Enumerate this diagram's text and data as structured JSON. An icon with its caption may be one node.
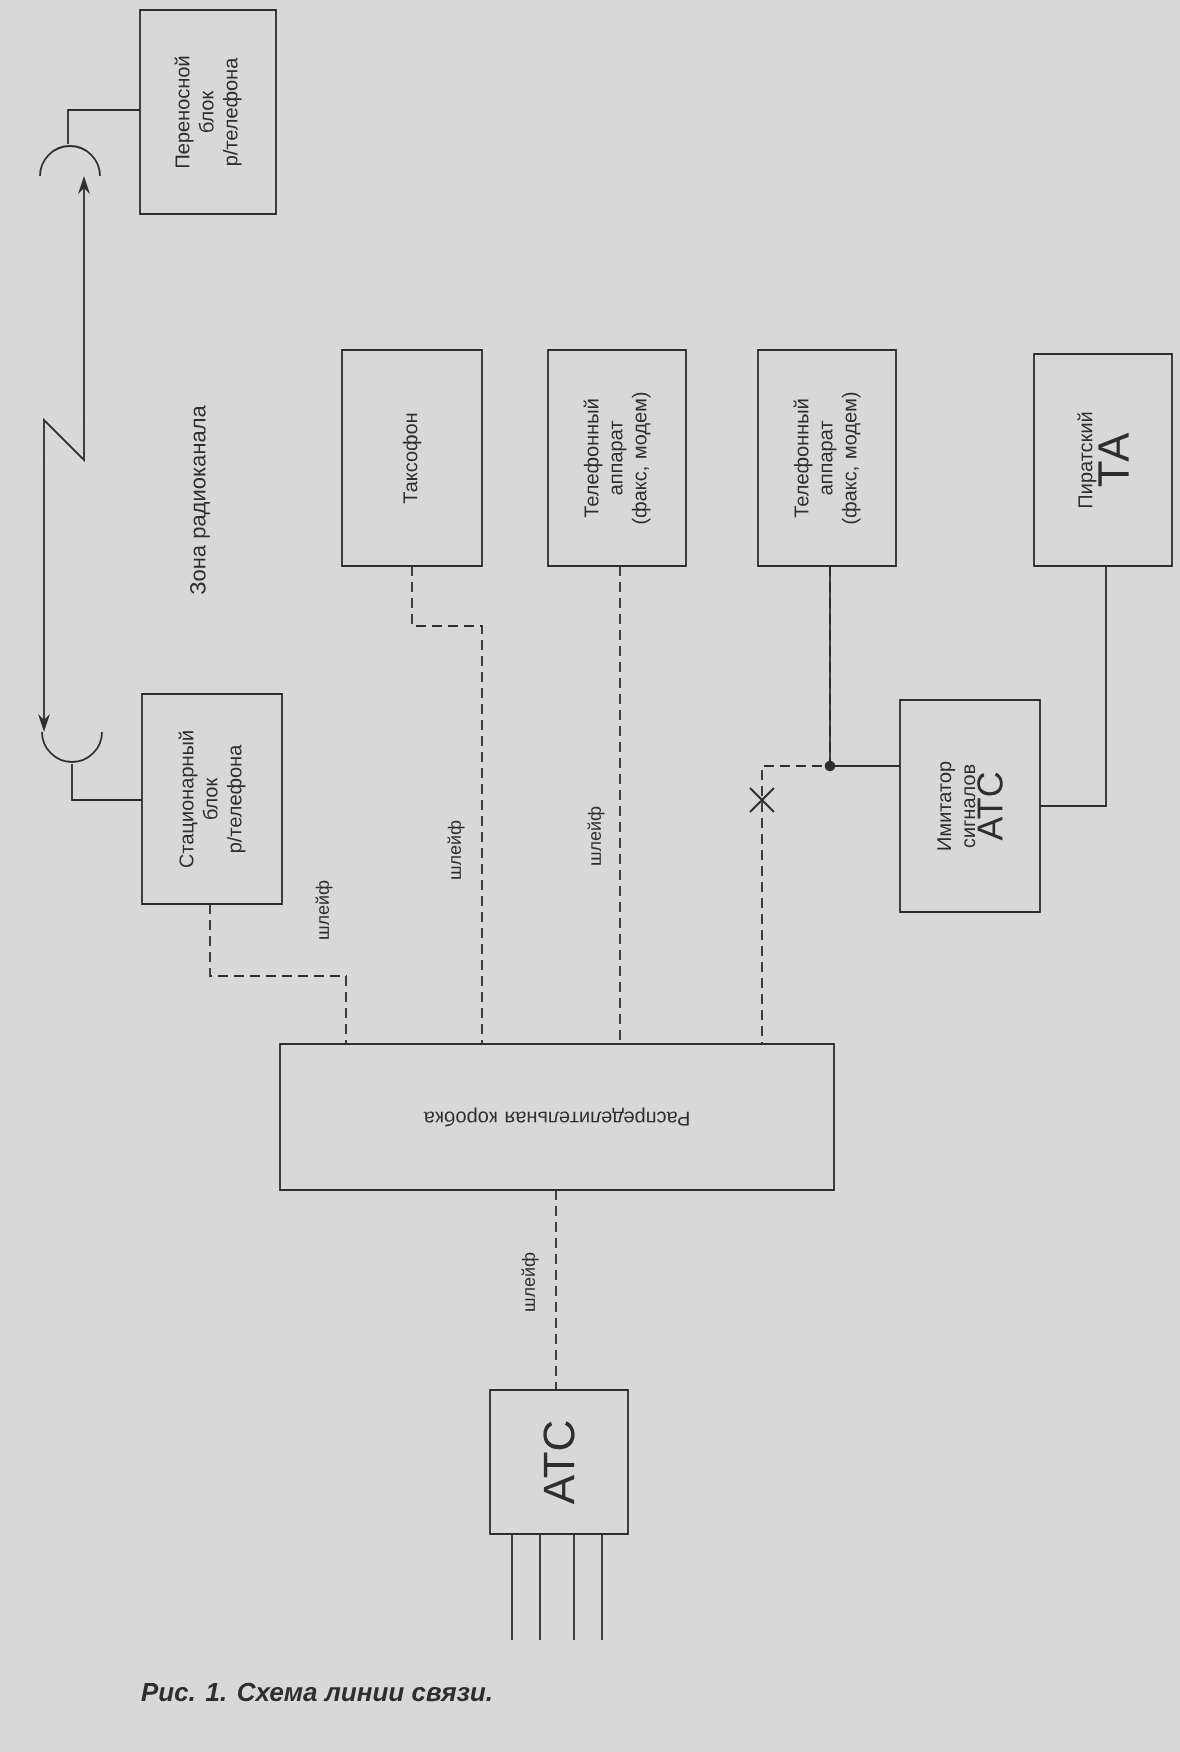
{
  "diagram": {
    "caption": "Рис. 1. Схема линии связи.",
    "nodes": [
      {
        "text": [
          "Переносной блок р/телефона"
        ]
      },
      {
        "text": [],
        "shape": "antenna"
      },
      {
        "text": [
          "Таксофон"
        ]
      },
      {
        "text": [
          "Телефонный аппарат (факс, модем)"
        ]
      },
      {
        "text": [
          "Телефонный аппарат (факс, модем)"
        ]
      },
      {
        "text": [
          "Пиратский",
          "ТА"
        ]
      },
      {
        "text": [
          "Стационарный блок р/телефона"
        ]
      },
      {
        "text": [],
        "shape": "antenna"
      },
      {
        "text": [
          "Имитатор сигналов",
          "АТС"
        ]
      },
      {
        "text": [
          "Распределительная коробка"
        ]
      },
      {
        "text": [
          "АТС"
        ]
      }
    ],
    "edges": [
      {
        "from": 1,
        "to": 0,
        "arrow": "none"
      },
      {
        "from": 1,
        "to": 7,
        "arrow": "both",
        "label": "Зона радиоканала"
      },
      {
        "from": 7,
        "to": 6,
        "arrow": "none"
      },
      {
        "from": 6,
        "to": 9,
        "arrow": "none",
        "style": "dashed",
        "label": "шлейф"
      },
      {
        "from": 2,
        "to": 9,
        "arrow": "none",
        "style": "dashed",
        "label": "шлейф"
      },
      {
        "from": 3,
        "to": 9,
        "arrow": "none",
        "style": "dashed",
        "label": "шлейф"
      },
      {
        "from": 4,
        "to": 8,
        "arrow": "none"
      },
      {
        "from": 4,
        "to": 9,
        "arrow": "none",
        "style": "dashed"
      },
      {
        "from": 5,
        "to": 8,
        "arrow": "none"
      },
      {
        "from": 9,
        "to": 10,
        "arrow": "none",
        "style": "dashed",
        "label": "шлейф"
      },
      {
        "from": 10,
        "to": null,
        "arrow": "none"
      },
      {
        "from": 10,
        "to": null,
        "arrow": "none"
      },
      {
        "from": 10,
        "to": null,
        "arrow": "none"
      },
      {
        "from": 10,
        "to": null,
        "arrow": "none"
      }
    ]
  }
}
